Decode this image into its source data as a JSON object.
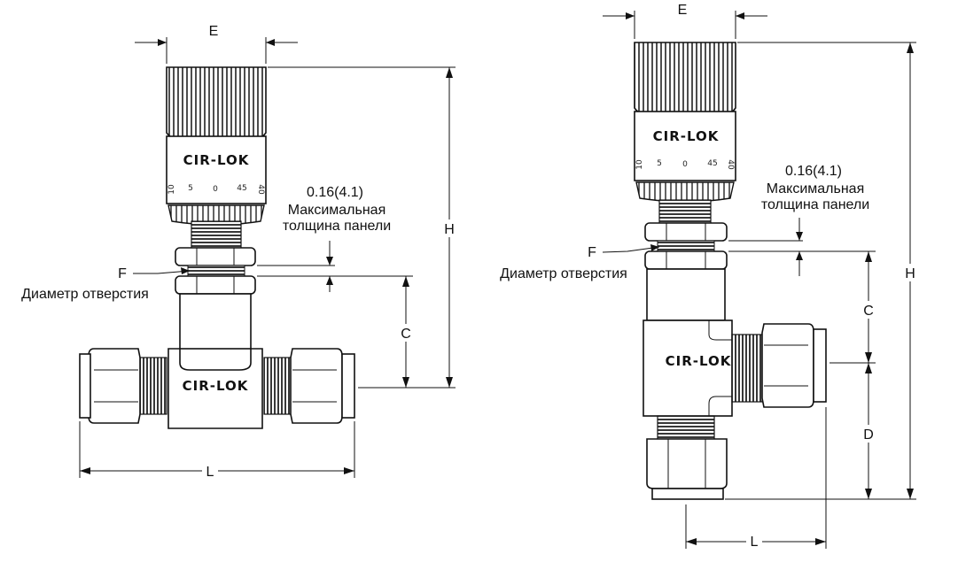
{
  "left_view": {
    "dim_e": "E",
    "dim_h": "H",
    "dim_c": "C",
    "dim_l": "L",
    "dim_f": "F",
    "hole_label": "Диаметр отверстия",
    "panel_value": "0.16(4.1)",
    "panel_line1": "Максимальная",
    "panel_line2": "толщина панели",
    "knob_brand": "CIR-LOK",
    "body_brand": "CIR-LOK",
    "dial": [
      "10",
      "5",
      "0",
      "45",
      "40"
    ]
  },
  "right_view": {
    "dim_e": "E",
    "dim_h": "H",
    "dim_c": "C",
    "dim_d": "D",
    "dim_l": "L",
    "dim_f": "F",
    "hole_label": "Диаметр отверстия",
    "panel_value": "0.16(4.1)",
    "panel_line1": "Максимальная",
    "panel_line2": "толщина панели",
    "knob_brand": "CIR-LOK",
    "body_brand": "CIR-LOK",
    "dial": [
      "10",
      "5",
      "0",
      "45",
      "40"
    ]
  }
}
